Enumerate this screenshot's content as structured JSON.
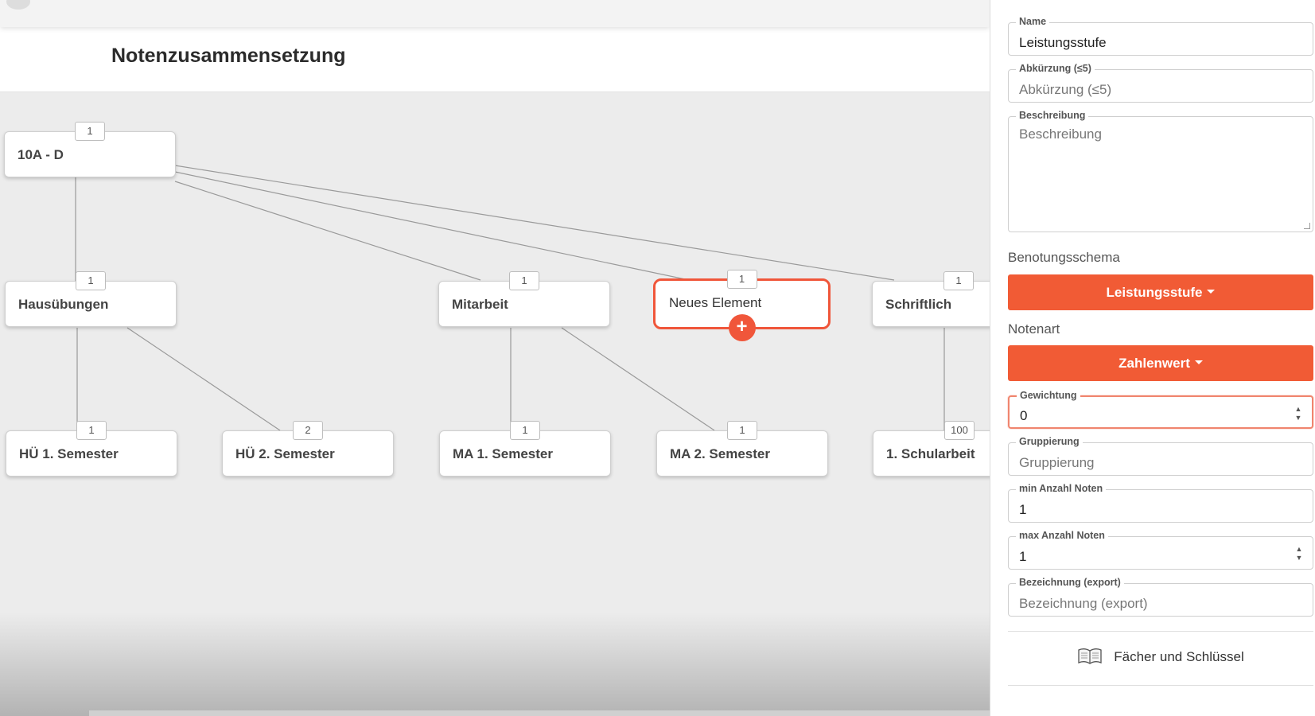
{
  "page": {
    "title": "Notenzusammensetzung"
  },
  "tree": {
    "nodes": [
      {
        "id": "root",
        "label": "10A - D",
        "badge": "1"
      },
      {
        "id": "hu",
        "label": "Hausübungen",
        "badge": "1"
      },
      {
        "id": "ma",
        "label": "Mitarbeit",
        "badge": "1"
      },
      {
        "id": "new",
        "label": "Neues Element",
        "badge": "1",
        "add": "+"
      },
      {
        "id": "sch",
        "label": "Schriftlich",
        "badge": "1"
      },
      {
        "id": "hu1",
        "label": "HÜ 1. Semester",
        "badge": "1"
      },
      {
        "id": "hu2",
        "label": "HÜ 2. Semester",
        "badge": "2"
      },
      {
        "id": "ma1",
        "label": "MA 1. Semester",
        "badge": "1"
      },
      {
        "id": "ma2",
        "label": "MA 2. Semester",
        "badge": "1"
      },
      {
        "id": "sa1",
        "label": "1. Schularbeit",
        "badge": "100"
      }
    ]
  },
  "form": {
    "name": {
      "label": "Name",
      "value": "Leistungsstufe",
      "placeholder": "Name"
    },
    "abbr": {
      "label": "Abkürzung (≤5)",
      "value": "",
      "placeholder": "Abkürzung (≤5)"
    },
    "desc": {
      "label": "Beschreibung",
      "value": "",
      "placeholder": "Beschreibung"
    },
    "schema": {
      "section": "Benotungsschema",
      "button": "Leistungsstufe"
    },
    "notenart": {
      "section": "Notenart",
      "button": "Zahlenwert"
    },
    "weight": {
      "label": "Gewichtung",
      "value": "0",
      "placeholder": "Gewichtung"
    },
    "grouping": {
      "label": "Gruppierung",
      "value": "",
      "placeholder": "Gruppierung"
    },
    "min_grades": {
      "label": "min Anzahl Noten",
      "value": "1",
      "placeholder": "min Anzahl Noten"
    },
    "max_grades": {
      "label": "max Anzahl Noten",
      "value": "1",
      "placeholder": "max Anzahl Noten"
    },
    "export_name": {
      "label": "Bezeichnung (export)",
      "value": "",
      "placeholder": "Bezeichnung (export)"
    },
    "footer_link": "Fächer und Schlüssel"
  },
  "colors": {
    "accent": "#f15b35",
    "selected_border": "#f0563a"
  },
  "icons": {
    "spinner": "spinner-arrows-icon",
    "book": "book-icon",
    "add": "plus-icon",
    "caret": "caret-down-icon"
  }
}
